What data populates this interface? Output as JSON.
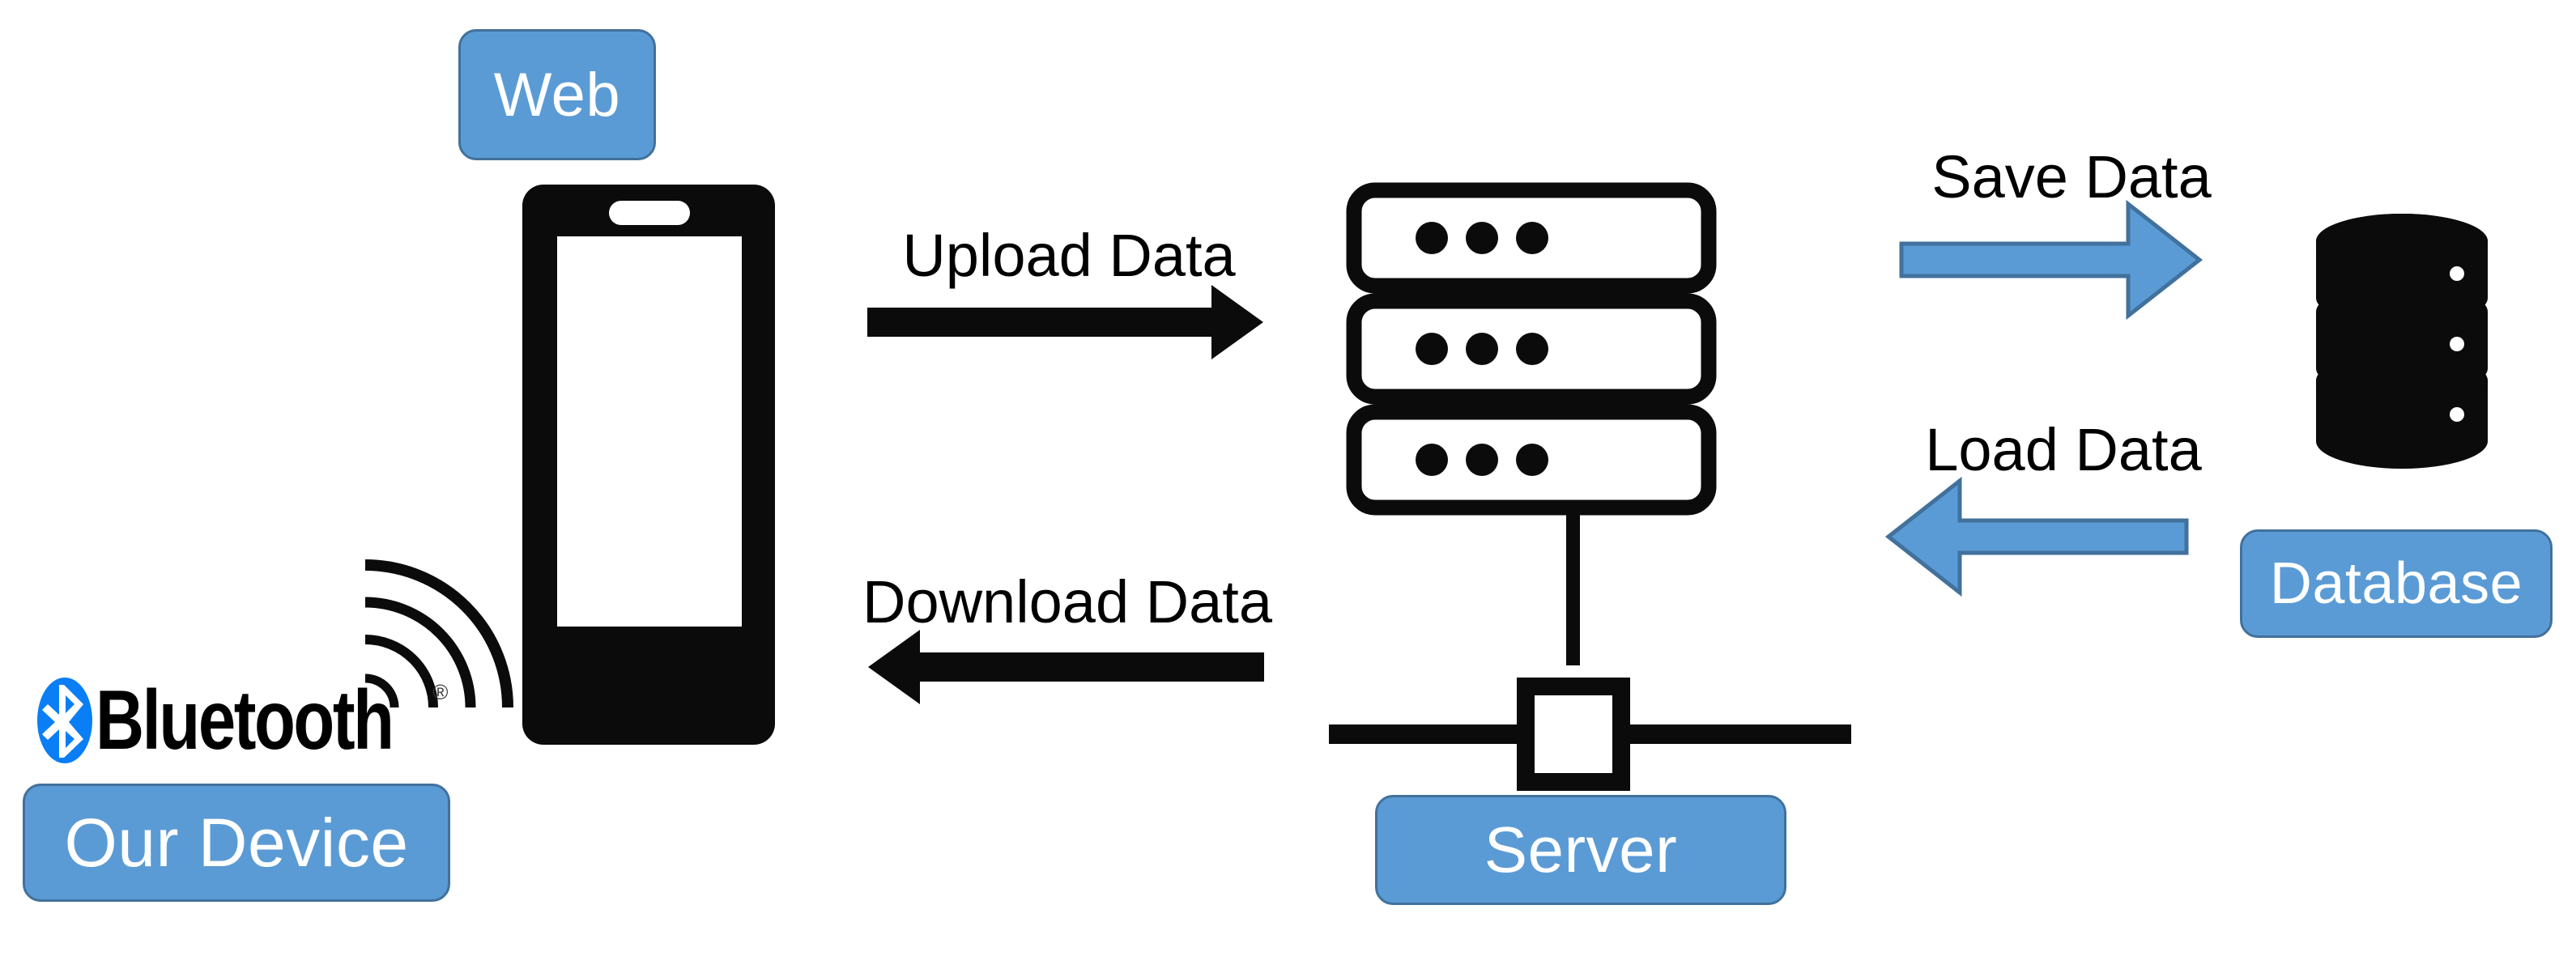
{
  "diagram": {
    "title": "Device to Server to Database data flow",
    "background": "#ffffff",
    "accent_blue": "#5B9BD5",
    "accent_blue_border": "#41719C",
    "bluetooth_blue": "#0A7EF5",
    "icon_black": "#0B0B0B"
  },
  "nodes": {
    "web": {
      "label": "Web",
      "shape": "rounded-rect",
      "fill": "#5B9BD5"
    },
    "our_device": {
      "label": "Our Device",
      "shape": "rounded-rect",
      "fill": "#5B9BD5"
    },
    "server": {
      "label": "Server",
      "shape": "rounded-rect",
      "fill": "#5B9BD5"
    },
    "database": {
      "label": "Database",
      "shape": "rounded-rect",
      "fill": "#5B9BD5"
    }
  },
  "icons": {
    "phone": "smartphone-icon",
    "server_stack": "server-rack-icon",
    "database_cylinder": "database-cylinder-icon",
    "bluetooth": "bluetooth-icon",
    "wireless_waves": "wireless-signal-icon"
  },
  "branding": {
    "bluetooth_wordmark": "Bluetooth",
    "bluetooth_registered": "®"
  },
  "edges": [
    {
      "id": "upload",
      "label": "Upload Data",
      "from": "phone",
      "to": "server",
      "direction": "right",
      "color": "#000000",
      "style": "solid-arrow"
    },
    {
      "id": "download",
      "label": "Download Data",
      "from": "server",
      "to": "phone",
      "direction": "left",
      "color": "#000000",
      "style": "solid-arrow"
    },
    {
      "id": "save",
      "label": "Save Data",
      "from": "server",
      "to": "database",
      "direction": "right",
      "color": "#5B9BD5",
      "style": "block-arrow"
    },
    {
      "id": "load",
      "label": "Load Data",
      "from": "database",
      "to": "server",
      "direction": "left",
      "color": "#5B9BD5",
      "style": "block-arrow"
    }
  ]
}
